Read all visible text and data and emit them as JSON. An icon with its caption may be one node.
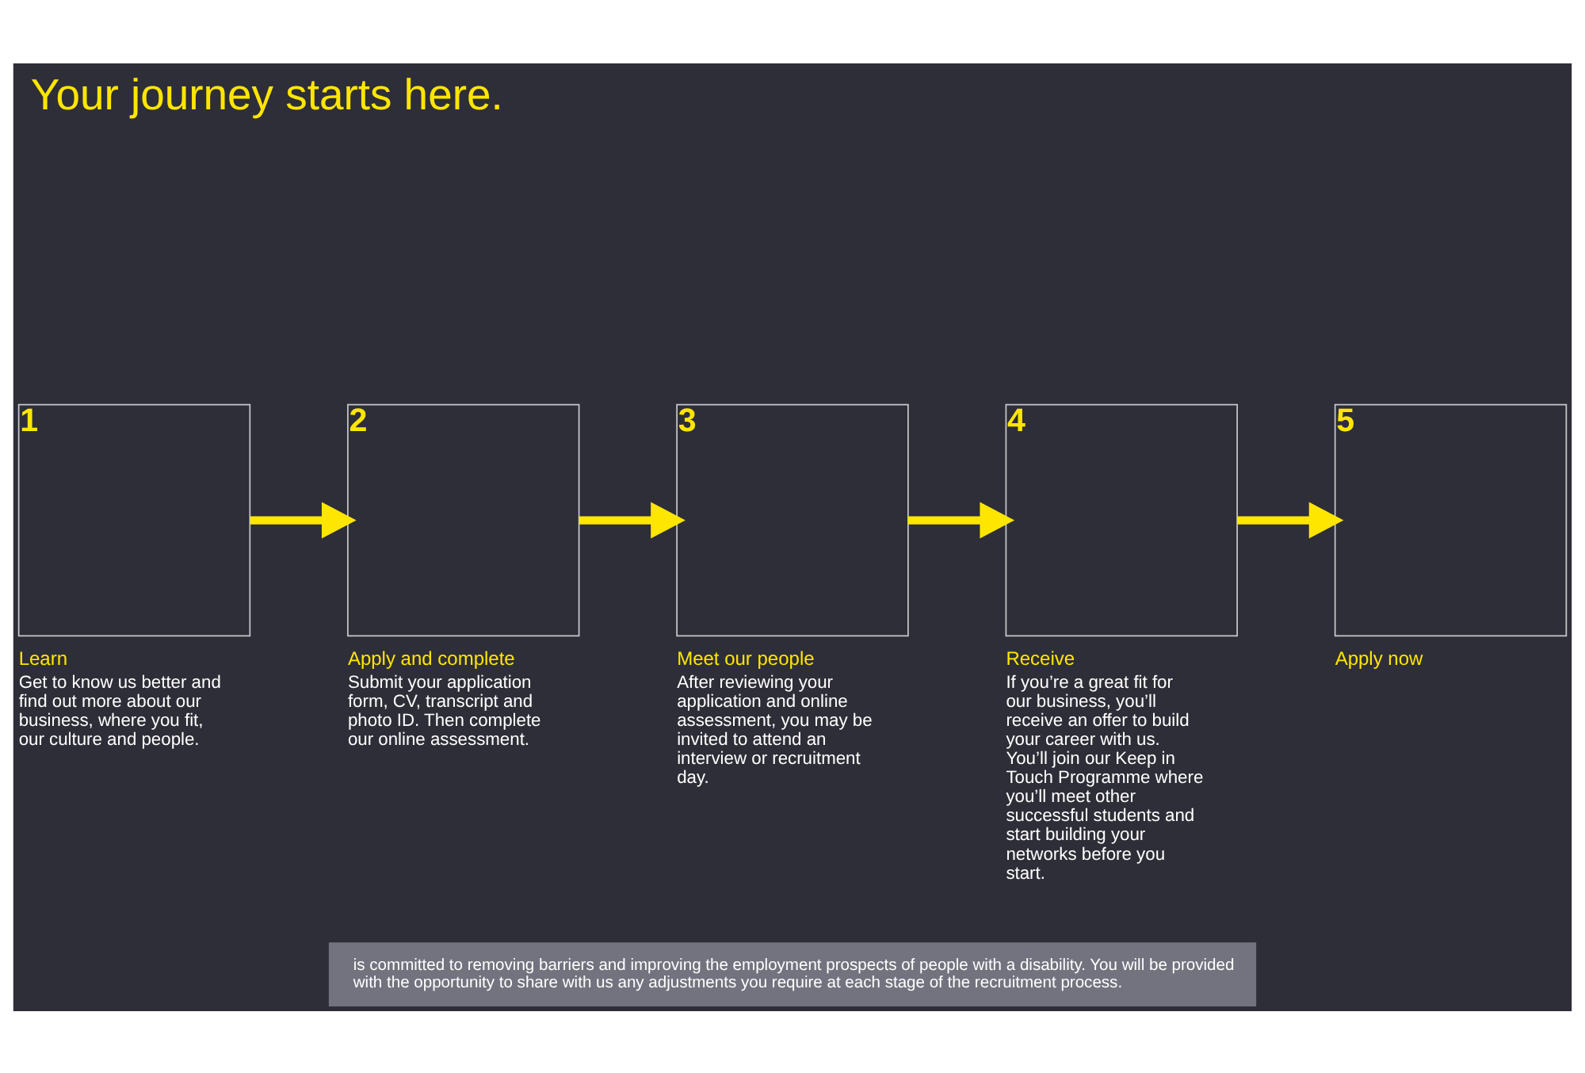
{
  "diagram": {
    "title": "Your journey starts here.",
    "nodes": [
      {
        "text": [
          "1",
          "Learn"
        ],
        "beside": [
          "Get to know us better and find out more about our business, where you fit, our culture and people."
        ]
      },
      {
        "text": [
          "2",
          "Apply and complete"
        ],
        "beside": [
          "Submit your application form, CV, transcript and photo ID. Then complete our online assessment."
        ]
      },
      {
        "text": [
          "3",
          "Meet our people"
        ],
        "beside": [
          "After reviewing your application and online assessment, you may be invited to attend an interview or recruitment day."
        ]
      },
      {
        "text": [
          "4",
          "Receive"
        ],
        "beside": [
          "If you’re a great fit for our business, you’ll receive an offer to build your career with us. You’ll join our Keep in Touch Programme where you’ll meet other successful students and start building your networks before you start."
        ]
      },
      {
        "text": [
          "5",
          "Apply now"
        ]
      },
      {
        "text": [
          "is committed to removing barriers and improving the employment prospects of people with a disability. You will be provided with the opportunity to share with us any adjustments you require at each stage of the recruitment process."
        ]
      }
    ],
    "edges": [
      {
        "from": 0,
        "to": 1,
        "arrow": "to"
      },
      {
        "from": 1,
        "to": 2,
        "arrow": "to"
      },
      {
        "from": 2,
        "to": 3,
        "arrow": "to"
      },
      {
        "from": 3,
        "to": 4,
        "arrow": "to"
      }
    ]
  }
}
